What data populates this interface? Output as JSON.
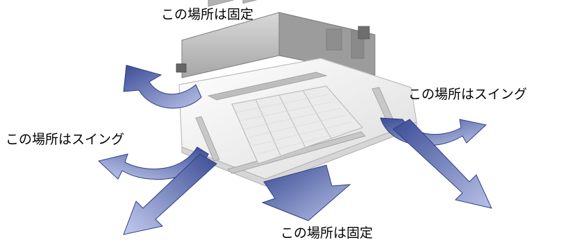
{
  "labels": {
    "top": "この場所は固定",
    "right": "この場所はスイング",
    "left": "この場所はスイング",
    "bottom": "この場所は固定"
  },
  "colors": {
    "airflow": "#5f72b2",
    "airflow_dark": "#2e3f86",
    "unit_body": "#c3c3c3",
    "panel": "#f2f2f2"
  }
}
